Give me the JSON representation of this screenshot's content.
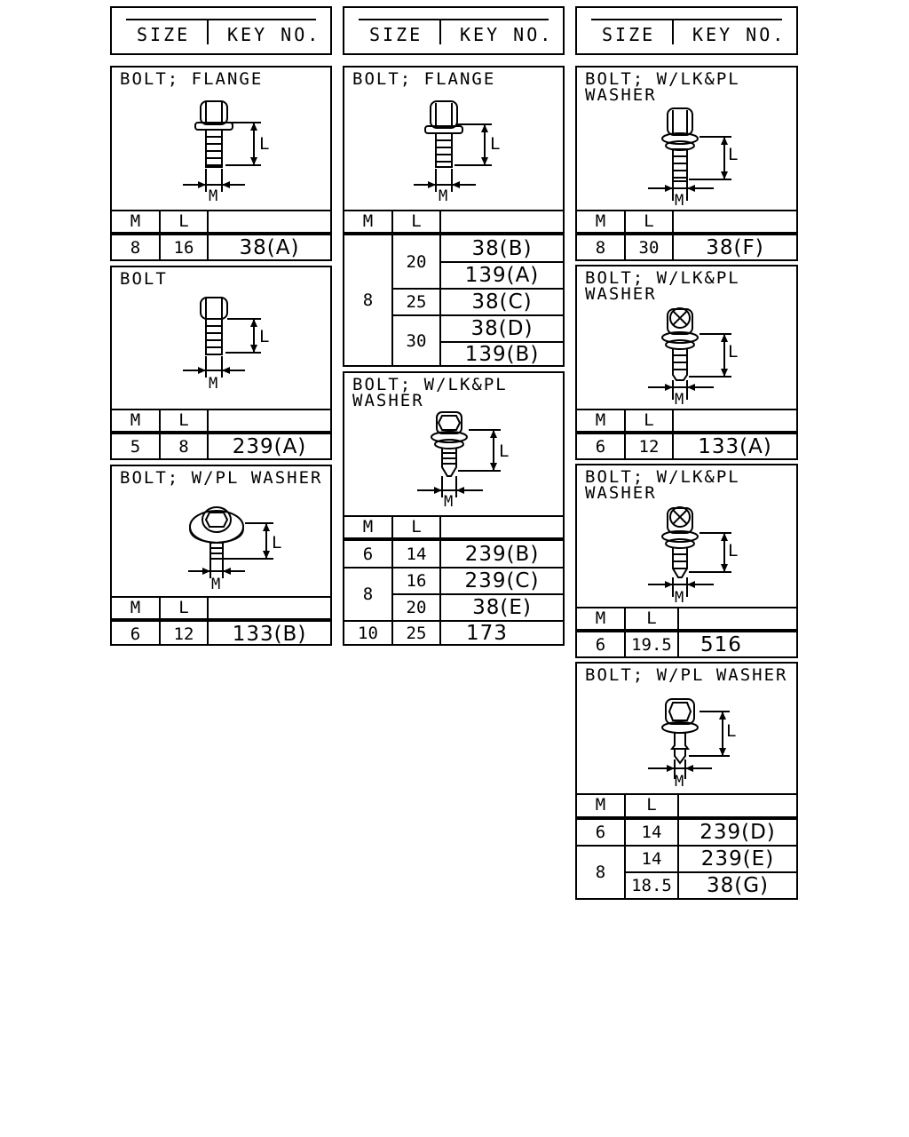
{
  "header": {
    "size_label": "SIZE",
    "key_label": "KEY NO."
  },
  "table_header": {
    "m": "M",
    "l": "L"
  },
  "dimension_labels": {
    "length": "L",
    "diameter": "M"
  },
  "panels": {
    "p1": {
      "title": "BOLT; FLANGE",
      "rows": [
        {
          "m": "8",
          "l": "16",
          "key": "38(A)"
        }
      ]
    },
    "p2": {
      "title": "BOLT",
      "rows": [
        {
          "m": "5",
          "l": "8",
          "key": "239(A)"
        }
      ]
    },
    "p3": {
      "title": "BOLT; W/PL WASHER",
      "rows": [
        {
          "m": "6",
          "l": "12",
          "key": "133(B)"
        }
      ]
    },
    "p4": {
      "title": "BOLT; FLANGE",
      "m": "8",
      "groups": [
        {
          "l": "20",
          "keys": [
            "38(B)",
            "139(A)"
          ]
        },
        {
          "l": "25",
          "keys": [
            "38(C)"
          ]
        },
        {
          "l": "30",
          "keys": [
            "38(D)",
            "139(B)"
          ]
        }
      ]
    },
    "p5": {
      "title": "BOLT; W/LK&PL\nWASHER",
      "rows": [
        {
          "m": "6",
          "l": "14",
          "key": "239(B)"
        },
        {
          "m": "8",
          "l": "16",
          "key": "239(C)"
        },
        {
          "l": "20",
          "key": "38(E)"
        },
        {
          "m": "10",
          "l": "25",
          "key": "173"
        }
      ]
    },
    "p6": {
      "title": "BOLT; W/LK&PL\nWASHER",
      "rows": [
        {
          "m": "8",
          "l": "30",
          "key": "38(F)"
        }
      ]
    },
    "p7": {
      "title": "BOLT; W/LK&PL\nWASHER",
      "rows": [
        {
          "m": "6",
          "l": "12",
          "key": "133(A)"
        }
      ]
    },
    "p8": {
      "title": "BOLT; W/LK&PL\nWASHER",
      "rows": [
        {
          "m": "6",
          "l": "19.5",
          "key": "516"
        }
      ]
    },
    "p9": {
      "title": "BOLT; W/PL WASHER",
      "rows": [
        {
          "m": "6",
          "l": "14",
          "key": "239(D)"
        },
        {
          "m": "8",
          "l": "14",
          "key": "239(E)"
        },
        {
          "l": "18.5",
          "key": "38(G)"
        }
      ]
    }
  }
}
